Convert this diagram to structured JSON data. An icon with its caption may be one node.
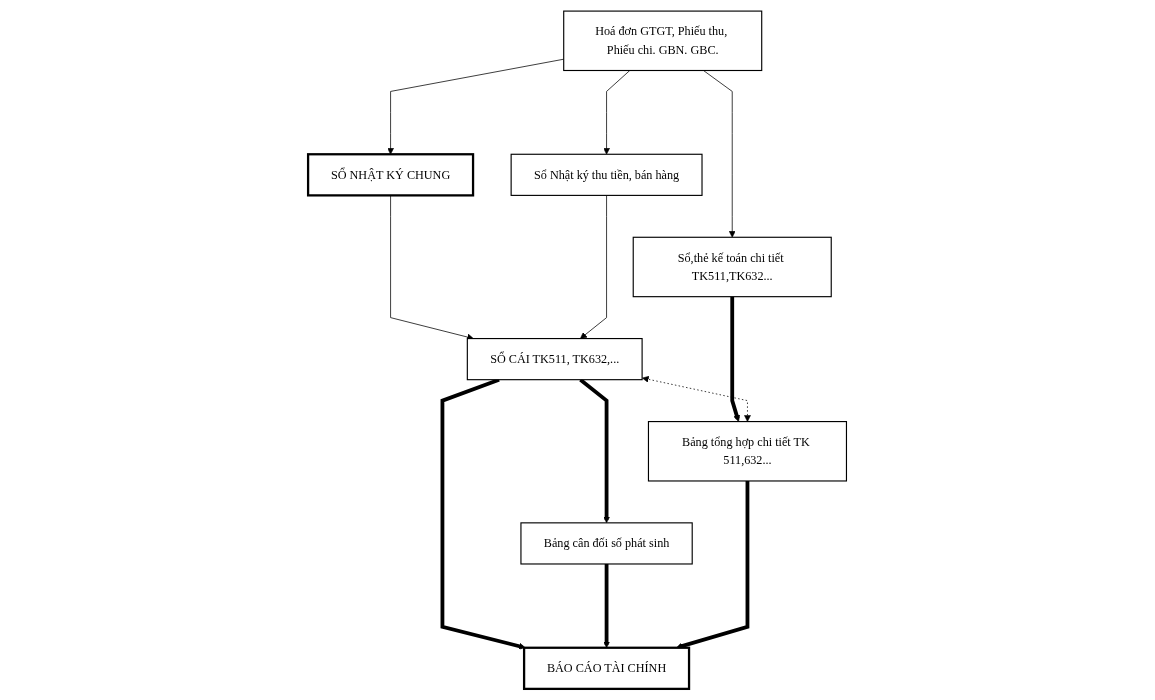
{
  "diagram": {
    "nodes": [
      {
        "text": [
          "Hoá đơn GTGT, Phiếu thu, Phiếu chi. GBN. GBC."
        ]
      },
      {
        "text": [
          "Sổ Nhật ký thu tiền, bán hàng"
        ]
      },
      {
        "text": [
          "SỔ NHẬT KÝ CHUNG"
        ]
      },
      {
        "text": [
          "Sổ,thẻ kế toán chi tiết TK511,TK632..."
        ]
      },
      {
        "text": [
          "SỔ CÁI  TK511, TK632,..."
        ]
      },
      {
        "text": [
          "Bảng tổng hợp chi tiết TK 511,632..."
        ]
      },
      {
        "text": [
          "Bảng cân đối số phát sinh"
        ]
      },
      {
        "text": [
          "BÁO CÁO TÀI CHÍNH"
        ]
      }
    ],
    "edges": [
      {
        "from": 0,
        "to": 1,
        "arrow": "to"
      },
      {
        "from": 0,
        "to": 2,
        "arrow": "to"
      },
      {
        "from": 0,
        "to": 3,
        "arrow": "to"
      },
      {
        "from": 2,
        "to": 4,
        "arrow": "to"
      },
      {
        "from": 1,
        "to": 4,
        "arrow": "to"
      },
      {
        "from": 3,
        "to": 5,
        "arrow": "to",
        "style": "thick"
      },
      {
        "from": 4,
        "to": 5,
        "arrow": "both",
        "style": "dashed"
      },
      {
        "from": 4,
        "to": 6,
        "arrow": "to",
        "style": "thick"
      },
      {
        "from": 4,
        "to": 7,
        "arrow": "to",
        "style": "thick"
      },
      {
        "from": 6,
        "to": 7,
        "arrow": "to",
        "style": "thick"
      },
      {
        "from": 5,
        "to": 7,
        "arrow": "to",
        "style": "thick"
      }
    ]
  }
}
